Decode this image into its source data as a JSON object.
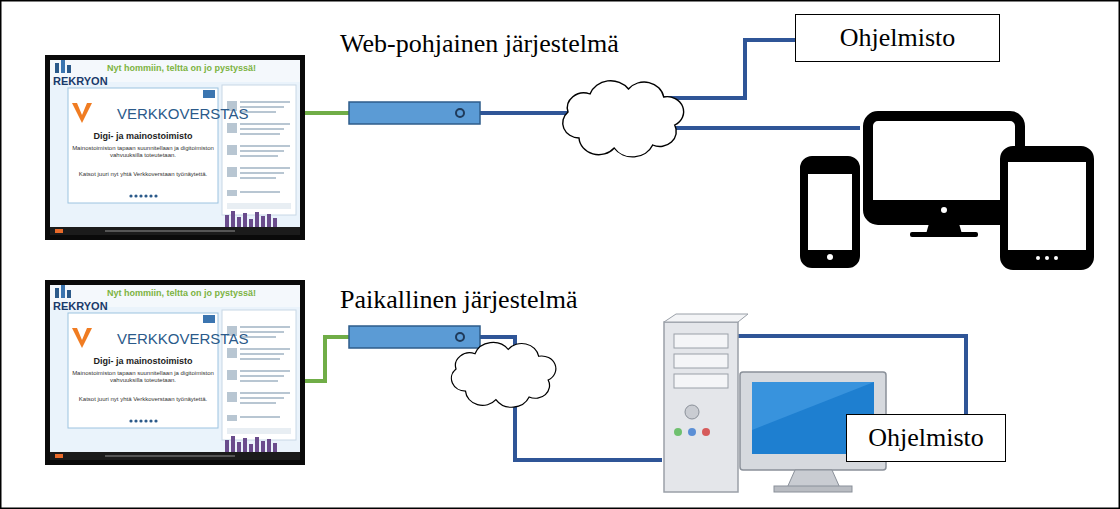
{
  "diagram": {
    "nodes": [
      {
        "text": [
          "Ohjelmisto"
        ]
      },
      {
        "text": [
          "Ohjelmisto"
        ]
      }
    ],
    "labels": [
      "Web-pohjainen järjestelmä",
      "REKRYON",
      "Nyt hommiin, teltta on jo pystyssä!",
      "VERKKOVERSTAS",
      "Digi- ja mainostoimisto",
      "Mainostoimiston tapaan suunnitellaan ja digitoimiston vahvuuksilla toteutetaan.",
      "Katsot juuri nyt yhtä Verkkoverstaan työnäytettä.",
      "Paikallinen järjestelmä",
      "REKRYON",
      "Nyt hommiin, teltta on jo pystyssä!",
      "VERKKOVERSTAS",
      "Digi- ja mainostoimisto",
      "Mainostoimiston tapaan suunnitellaan ja digitoimiston vahvuuksilla toteutetaan.",
      "Katsot juuri nyt yhtä Verkkoverstaan työnäytettä."
    ]
  }
}
